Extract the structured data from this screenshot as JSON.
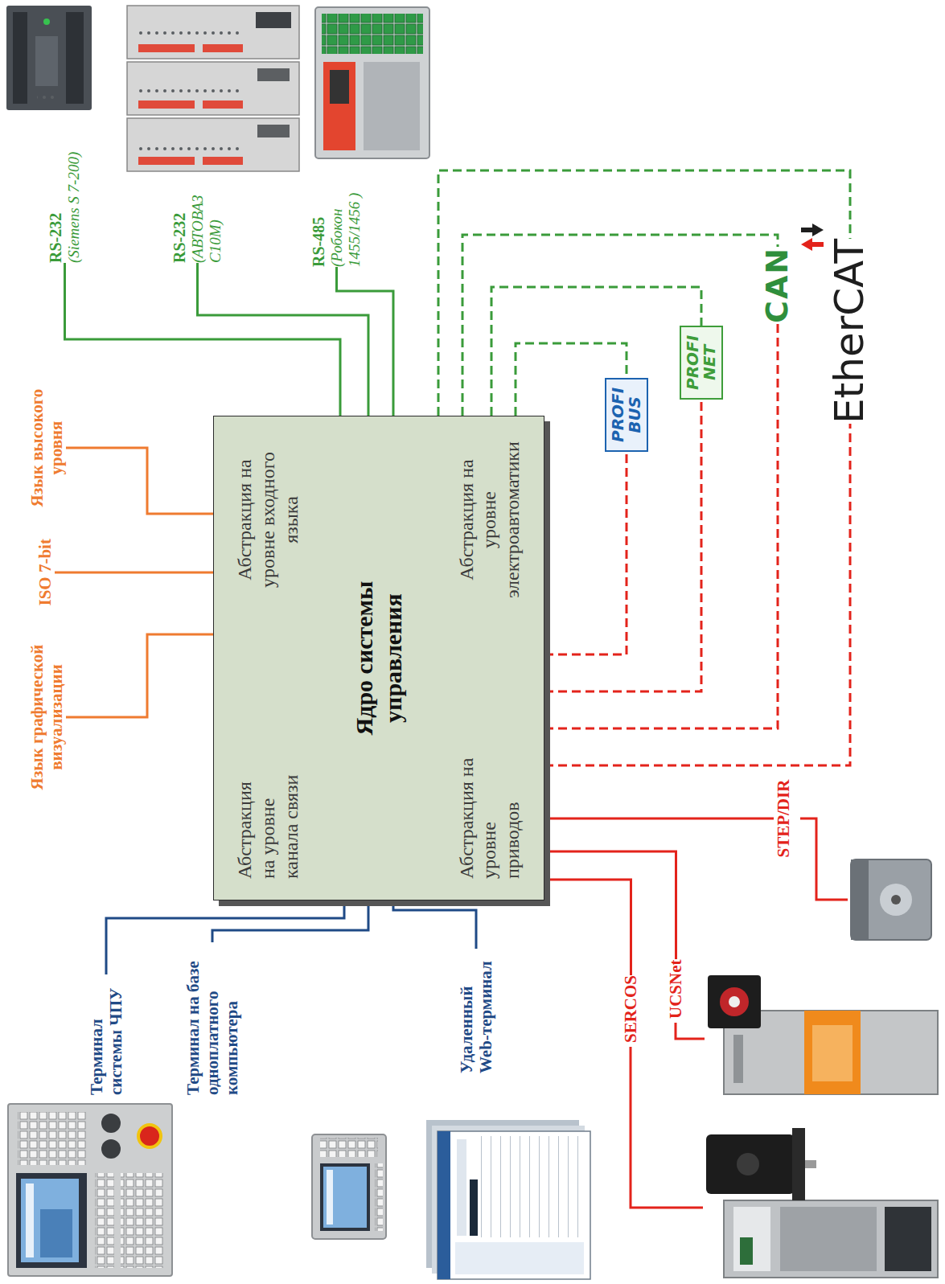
{
  "diagram": {
    "nodes": [
      {
        "text": [
          "Абстракция на уровне канала связи",
          "Абстракция на уровне входного языка",
          "Ядро системы управления",
          "Абстракция на уровне приводов",
          "Абстракция на уровне электроавтоматики"
        ]
      },
      {
        "text": [
          "Язык графической визуализации"
        ]
      },
      {
        "text": [
          "ISO 7-bit"
        ]
      },
      {
        "text": [
          "Язык высокого уровня"
        ]
      },
      {
        "text": [
          "RS-232",
          "(Siemens S 7-200)"
        ]
      },
      {
        "text": [
          "RS-232",
          "(АВТОВАЗ С10М)"
        ]
      },
      {
        "text": [
          "RS-485",
          "(Робокон 1455/1456 )"
        ]
      },
      {
        "text": [
          "Терминал системы ЧПУ"
        ]
      },
      {
        "text": [
          "Терминал на базе одноплатного компьютера"
        ]
      },
      {
        "text": [
          "Удаленный Web-терминал"
        ]
      },
      {
        "text": [
          "PROFI BUS"
        ]
      },
      {
        "text": [
          "PROFI NET"
        ]
      },
      {
        "text": [
          "CAN"
        ]
      },
      {
        "text": [
          "EtherCAT"
        ]
      },
      {
        "text": [
          "SERCOS"
        ]
      },
      {
        "text": [
          "UCSNet"
        ]
      },
      {
        "text": [
          "STEP/DIR"
        ]
      }
    ],
    "edges": [
      {
        "from": 0,
        "to": 1,
        "arrow": "none"
      },
      {
        "from": 0,
        "to": 2,
        "arrow": "none"
      },
      {
        "from": 0,
        "to": 3,
        "arrow": "none"
      },
      {
        "from": 0,
        "to": 4,
        "arrow": "none"
      },
      {
        "from": 0,
        "to": 5,
        "arrow": "none"
      },
      {
        "from": 0,
        "to": 6,
        "arrow": "none"
      },
      {
        "from": 0,
        "to": 7,
        "arrow": "none"
      },
      {
        "from": 0,
        "to": 8,
        "arrow": "none"
      },
      {
        "from": 0,
        "to": 9,
        "arrow": "none"
      },
      {
        "from": 0,
        "to": 10,
        "arrow": "none"
      },
      {
        "from": 0,
        "to": 10,
        "arrow": "none"
      },
      {
        "from": 0,
        "to": 11,
        "arrow": "none"
      },
      {
        "from": 0,
        "to": 11,
        "arrow": "none"
      },
      {
        "from": 0,
        "to": 12,
        "arrow": "none"
      },
      {
        "from": 0,
        "to": 12,
        "arrow": "none"
      },
      {
        "from": 0,
        "to": 13,
        "arrow": "none"
      },
      {
        "from": 0,
        "to": 13,
        "arrow": "none"
      },
      {
        "from": 0,
        "to": 14,
        "arrow": "none"
      },
      {
        "from": 0,
        "to": 15,
        "arrow": "none"
      },
      {
        "from": 0,
        "to": 16,
        "arrow": "none"
      }
    ]
  }
}
